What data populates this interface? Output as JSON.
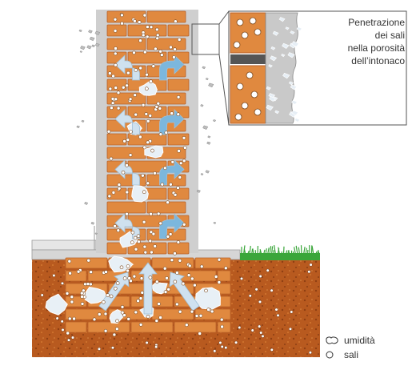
{
  "inset": {
    "caption_lines": [
      "Penetrazione",
      "dei sali",
      "nella porosità",
      "dell’intonaco"
    ]
  },
  "legend": {
    "humidity_label": "umidità",
    "salt_label": "sali",
    "humidity_icon": "moisture-blob-icon",
    "salt_icon": "salt-circle-icon"
  },
  "colors": {
    "brick": "#e0893f",
    "brick_edge": "#b8612a",
    "mortar": "#d4d4d4",
    "plaster": "#c9c9c9",
    "soil": "#b85a1f",
    "grass": "#3aa63a",
    "moisture_arrow": "#cfe1ef",
    "moisture_arrow_dark": "#7cb7dd",
    "salt": "#ffffff"
  }
}
